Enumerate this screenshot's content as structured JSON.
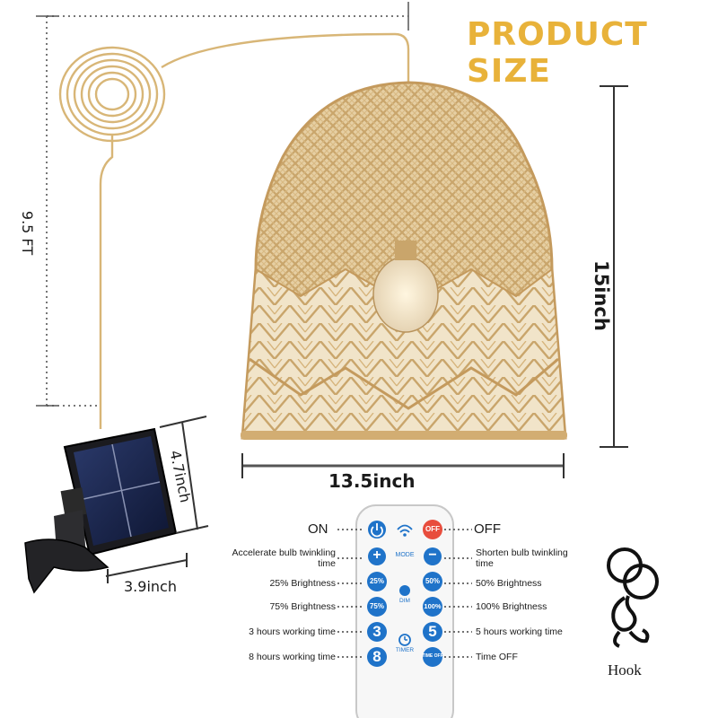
{
  "title": "PRODUCT SIZE",
  "dimensions": {
    "cord_length": "9.5 FT",
    "lamp_height": "15inch",
    "lamp_width": "13.5inch",
    "panel_height": "4.7inch",
    "panel_width": "3.9inch"
  },
  "remote": {
    "on_label": "ON",
    "off_label": "OFF",
    "buttons": {
      "off": "OFF",
      "mode": "MODE",
      "plus": "+",
      "minus": "−",
      "b25": "25%",
      "b50": "50%",
      "b75": "75%",
      "b100": "100%",
      "dim": "DIM",
      "h3": "3",
      "h5": "5",
      "h8": "8",
      "timer": "TIMER",
      "timeoff": "TIME OFF"
    },
    "left_labels": {
      "accelerate": "Accelerate bulb twinkling time",
      "b25": "25% Brightness",
      "b75": "75% Brightness",
      "h3": "3 hours working time",
      "h8": "8 hours working time"
    },
    "right_labels": {
      "shorten": "Shorten bulb twinkling time",
      "b50": "50% Brightness",
      "b100": "100% Brightness",
      "h5": "5 hours working time",
      "timeoff": "Time OFF"
    }
  },
  "hook_label": "Hook"
}
